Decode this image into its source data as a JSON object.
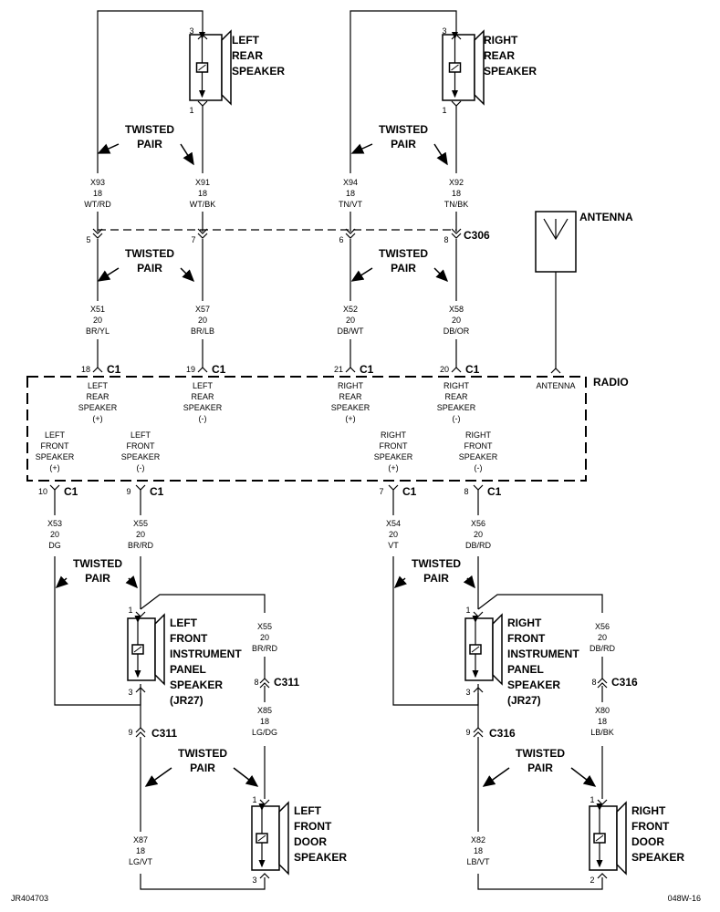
{
  "speakers": {
    "left_rear": {
      "label": [
        "LEFT",
        "REAR",
        "SPEAKER"
      ],
      "pins": [
        "3",
        "1"
      ]
    },
    "right_rear": {
      "label": [
        "RIGHT",
        "REAR",
        "SPEAKER"
      ],
      "pins": [
        "3",
        "1"
      ]
    },
    "left_front_ip": {
      "label": [
        "LEFT",
        "FRONT",
        "INSTRUMENT",
        "PANEL",
        "SPEAKER",
        "(JR27)"
      ],
      "pins": [
        "1",
        "3"
      ]
    },
    "right_front_ip": {
      "label": [
        "RIGHT",
        "FRONT",
        "INSTRUMENT",
        "PANEL",
        "SPEAKER",
        "(JR27)"
      ],
      "pins": [
        "1",
        "3"
      ]
    },
    "left_front_door": {
      "label": [
        "LEFT",
        "FRONT",
        "DOOR",
        "SPEAKER"
      ],
      "pins": [
        "1",
        "3"
      ]
    },
    "right_front_door": {
      "label": [
        "RIGHT",
        "FRONT",
        "DOOR",
        "SPEAKER"
      ],
      "pins": [
        "1",
        "2"
      ]
    }
  },
  "twisted_pair": [
    "TWISTED",
    "PAIR"
  ],
  "wires": {
    "x93": [
      "X93",
      "18",
      "WT/RD"
    ],
    "x91": [
      "X91",
      "18",
      "WT/BK"
    ],
    "x94": [
      "X94",
      "18",
      "TN/VT"
    ],
    "x92": [
      "X92",
      "18",
      "TN/BK"
    ],
    "x51": [
      "X51",
      "20",
      "BR/YL"
    ],
    "x57": [
      "X57",
      "20",
      "BR/LB"
    ],
    "x52": [
      "X52",
      "20",
      "DB/WT"
    ],
    "x58": [
      "X58",
      "20",
      "DB/OR"
    ],
    "x53": [
      "X53",
      "20",
      "DG"
    ],
    "x55a": [
      "X55",
      "20",
      "BR/RD"
    ],
    "x54": [
      "X54",
      "20",
      "VT"
    ],
    "x56a": [
      "X56",
      "20",
      "DB/RD"
    ],
    "x55b": [
      "X55",
      "20",
      "BR/RD"
    ],
    "x85": [
      "X85",
      "18",
      "LG/DG"
    ],
    "x87": [
      "X87",
      "18",
      "LG/VT"
    ],
    "x56b": [
      "X56",
      "20",
      "DB/RD"
    ],
    "x80": [
      "X80",
      "18",
      "LB/BK"
    ],
    "x82": [
      "X82",
      "18",
      "LB/VT"
    ]
  },
  "c306": {
    "name": "C306",
    "pins": [
      "5",
      "7",
      "6",
      "8"
    ]
  },
  "c1": {
    "name": "C1",
    "top_pins": [
      "18",
      "19",
      "21",
      "20"
    ],
    "bottom_pins": [
      "10",
      "9",
      "7",
      "8"
    ]
  },
  "c311": {
    "name": "C311",
    "pins": [
      "8",
      "9"
    ]
  },
  "c316": {
    "name": "C316",
    "pins": [
      "8",
      "9"
    ]
  },
  "radio": {
    "name": "RADIO",
    "terms": {
      "lrp": [
        "LEFT",
        "REAR",
        "SPEAKER",
        "(+)"
      ],
      "lrm": [
        "LEFT",
        "REAR",
        "SPEAKER",
        "(-)"
      ],
      "rrp": [
        "RIGHT",
        "REAR",
        "SPEAKER",
        "(+)"
      ],
      "rrm": [
        "RIGHT",
        "REAR",
        "SPEAKER",
        "(-)"
      ],
      "lfp": [
        "LEFT",
        "FRONT",
        "SPEAKER",
        "(+)"
      ],
      "lfm": [
        "LEFT",
        "FRONT",
        "SPEAKER",
        "(-)"
      ],
      "rfp": [
        "RIGHT",
        "FRONT",
        "SPEAKER",
        "(+)"
      ],
      "rfm": [
        "RIGHT",
        "FRONT",
        "SPEAKER",
        "(-)"
      ],
      "ant": [
        "ANTENNA"
      ]
    }
  },
  "antenna": {
    "label": "ANTENNA"
  },
  "footer": {
    "left": "JR404703",
    "right": "048W-16"
  }
}
